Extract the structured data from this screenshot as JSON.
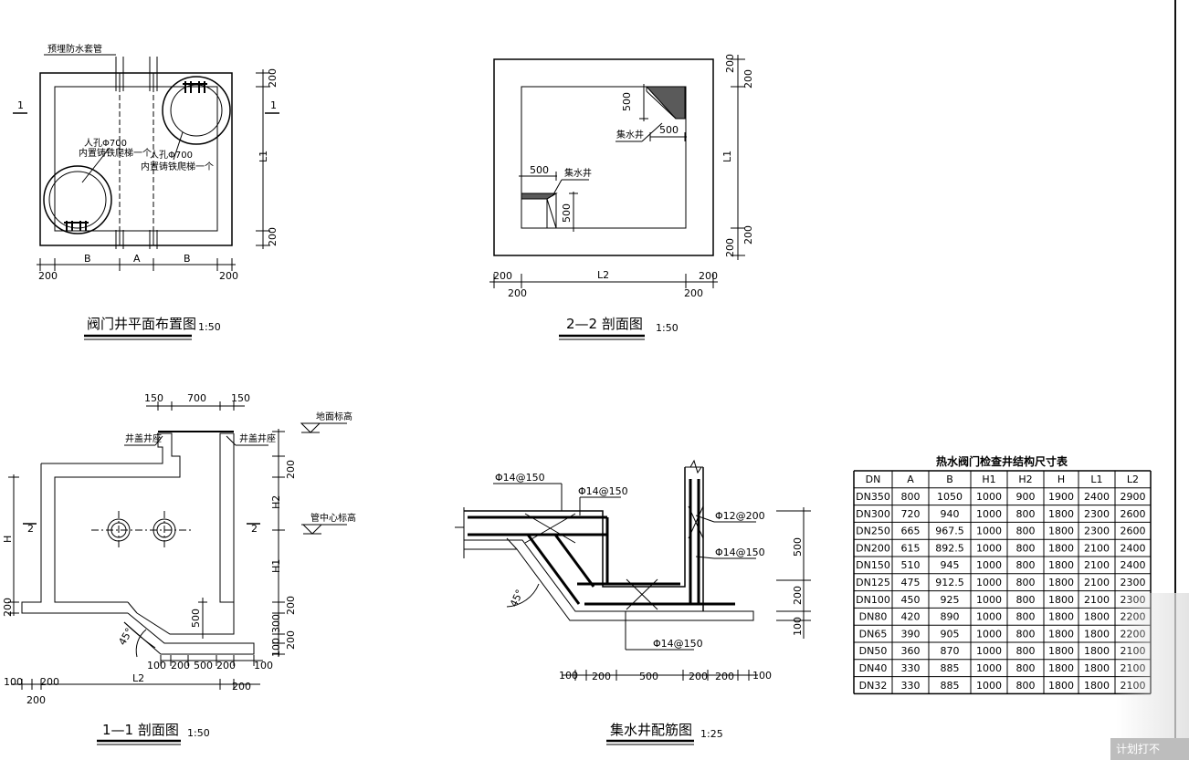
{
  "drawings": {
    "plan": {
      "title": "阀门井平面布置图",
      "scale": "1:50",
      "pipe_sleeve_label": "预埋防水套管",
      "manhole_label_1": "人孔Φ700",
      "manhole_label_1_sub": "内置铸铁爬梯一个",
      "manhole_label_2": "人孔Φ700",
      "manhole_label_2_sub": "内置铸铁爬梯一个",
      "section_mark": "1",
      "dims": {
        "b": "B",
        "a": "A",
        "wall": "200",
        "l1": "L1"
      }
    },
    "section22": {
      "title": "2—2 剖面图",
      "scale": "1:50",
      "sump_label": "集水井",
      "dims": {
        "d500": "500",
        "wall": "200",
        "l1": "L1",
        "l2": "L2"
      }
    },
    "section11": {
      "title": "1—1 剖面图",
      "scale": "1:50",
      "lid_seat_label": "井盖井座",
      "ground_label": "地面标高",
      "pipe_center_label": "管中心标高",
      "section_mark": "2",
      "angle_label": "45°",
      "dims": {
        "d150": "150",
        "d700": "700",
        "d200": "200",
        "d500": "500",
        "d300": "300",
        "d100": "100",
        "h": "H",
        "h1": "H1",
        "h2": "H2",
        "l2": "L2"
      }
    },
    "rebar": {
      "title": "集水井配筋图",
      "scale": "1:25",
      "rebar_labels": [
        "Φ14@150",
        "Φ14@150",
        "Φ12@200",
        "Φ14@150",
        "Φ14@150"
      ],
      "angle_label": "45°",
      "dims": {
        "d100": "100",
        "d200": "200",
        "d500": "500"
      }
    }
  },
  "table": {
    "title": "热水阀门检查井结构尺寸表",
    "headers": [
      "DN",
      "A",
      "B",
      "H1",
      "H2",
      "H",
      "L1",
      "L2"
    ],
    "rows": [
      [
        "DN350",
        "800",
        "1050",
        "1000",
        "900",
        "1900",
        "2400",
        "2900"
      ],
      [
        "DN300",
        "720",
        "940",
        "1000",
        "800",
        "1800",
        "2300",
        "2600"
      ],
      [
        "DN250",
        "665",
        "967.5",
        "1000",
        "800",
        "1800",
        "2300",
        "2600"
      ],
      [
        "DN200",
        "615",
        "892.5",
        "1000",
        "800",
        "1800",
        "2100",
        "2400"
      ],
      [
        "DN150",
        "510",
        "945",
        "1000",
        "800",
        "1800",
        "2100",
        "2400"
      ],
      [
        "DN125",
        "475",
        "912.5",
        "1000",
        "800",
        "1800",
        "2100",
        "2300"
      ],
      [
        "DN100",
        "450",
        "925",
        "1000",
        "800",
        "1800",
        "2100",
        "2300"
      ],
      [
        "DN80",
        "420",
        "890",
        "1000",
        "800",
        "1800",
        "1800",
        "2200"
      ],
      [
        "DN65",
        "390",
        "905",
        "1000",
        "800",
        "1800",
        "1800",
        "2200"
      ],
      [
        "DN50",
        "360",
        "870",
        "1000",
        "800",
        "1800",
        "1800",
        "2100"
      ],
      [
        "DN40",
        "330",
        "885",
        "1000",
        "800",
        "1800",
        "1800",
        "2100"
      ],
      [
        "DN32",
        "330",
        "885",
        "1000",
        "800",
        "1800",
        "1800",
        "2100"
      ]
    ]
  },
  "watermark": "计划打不"
}
